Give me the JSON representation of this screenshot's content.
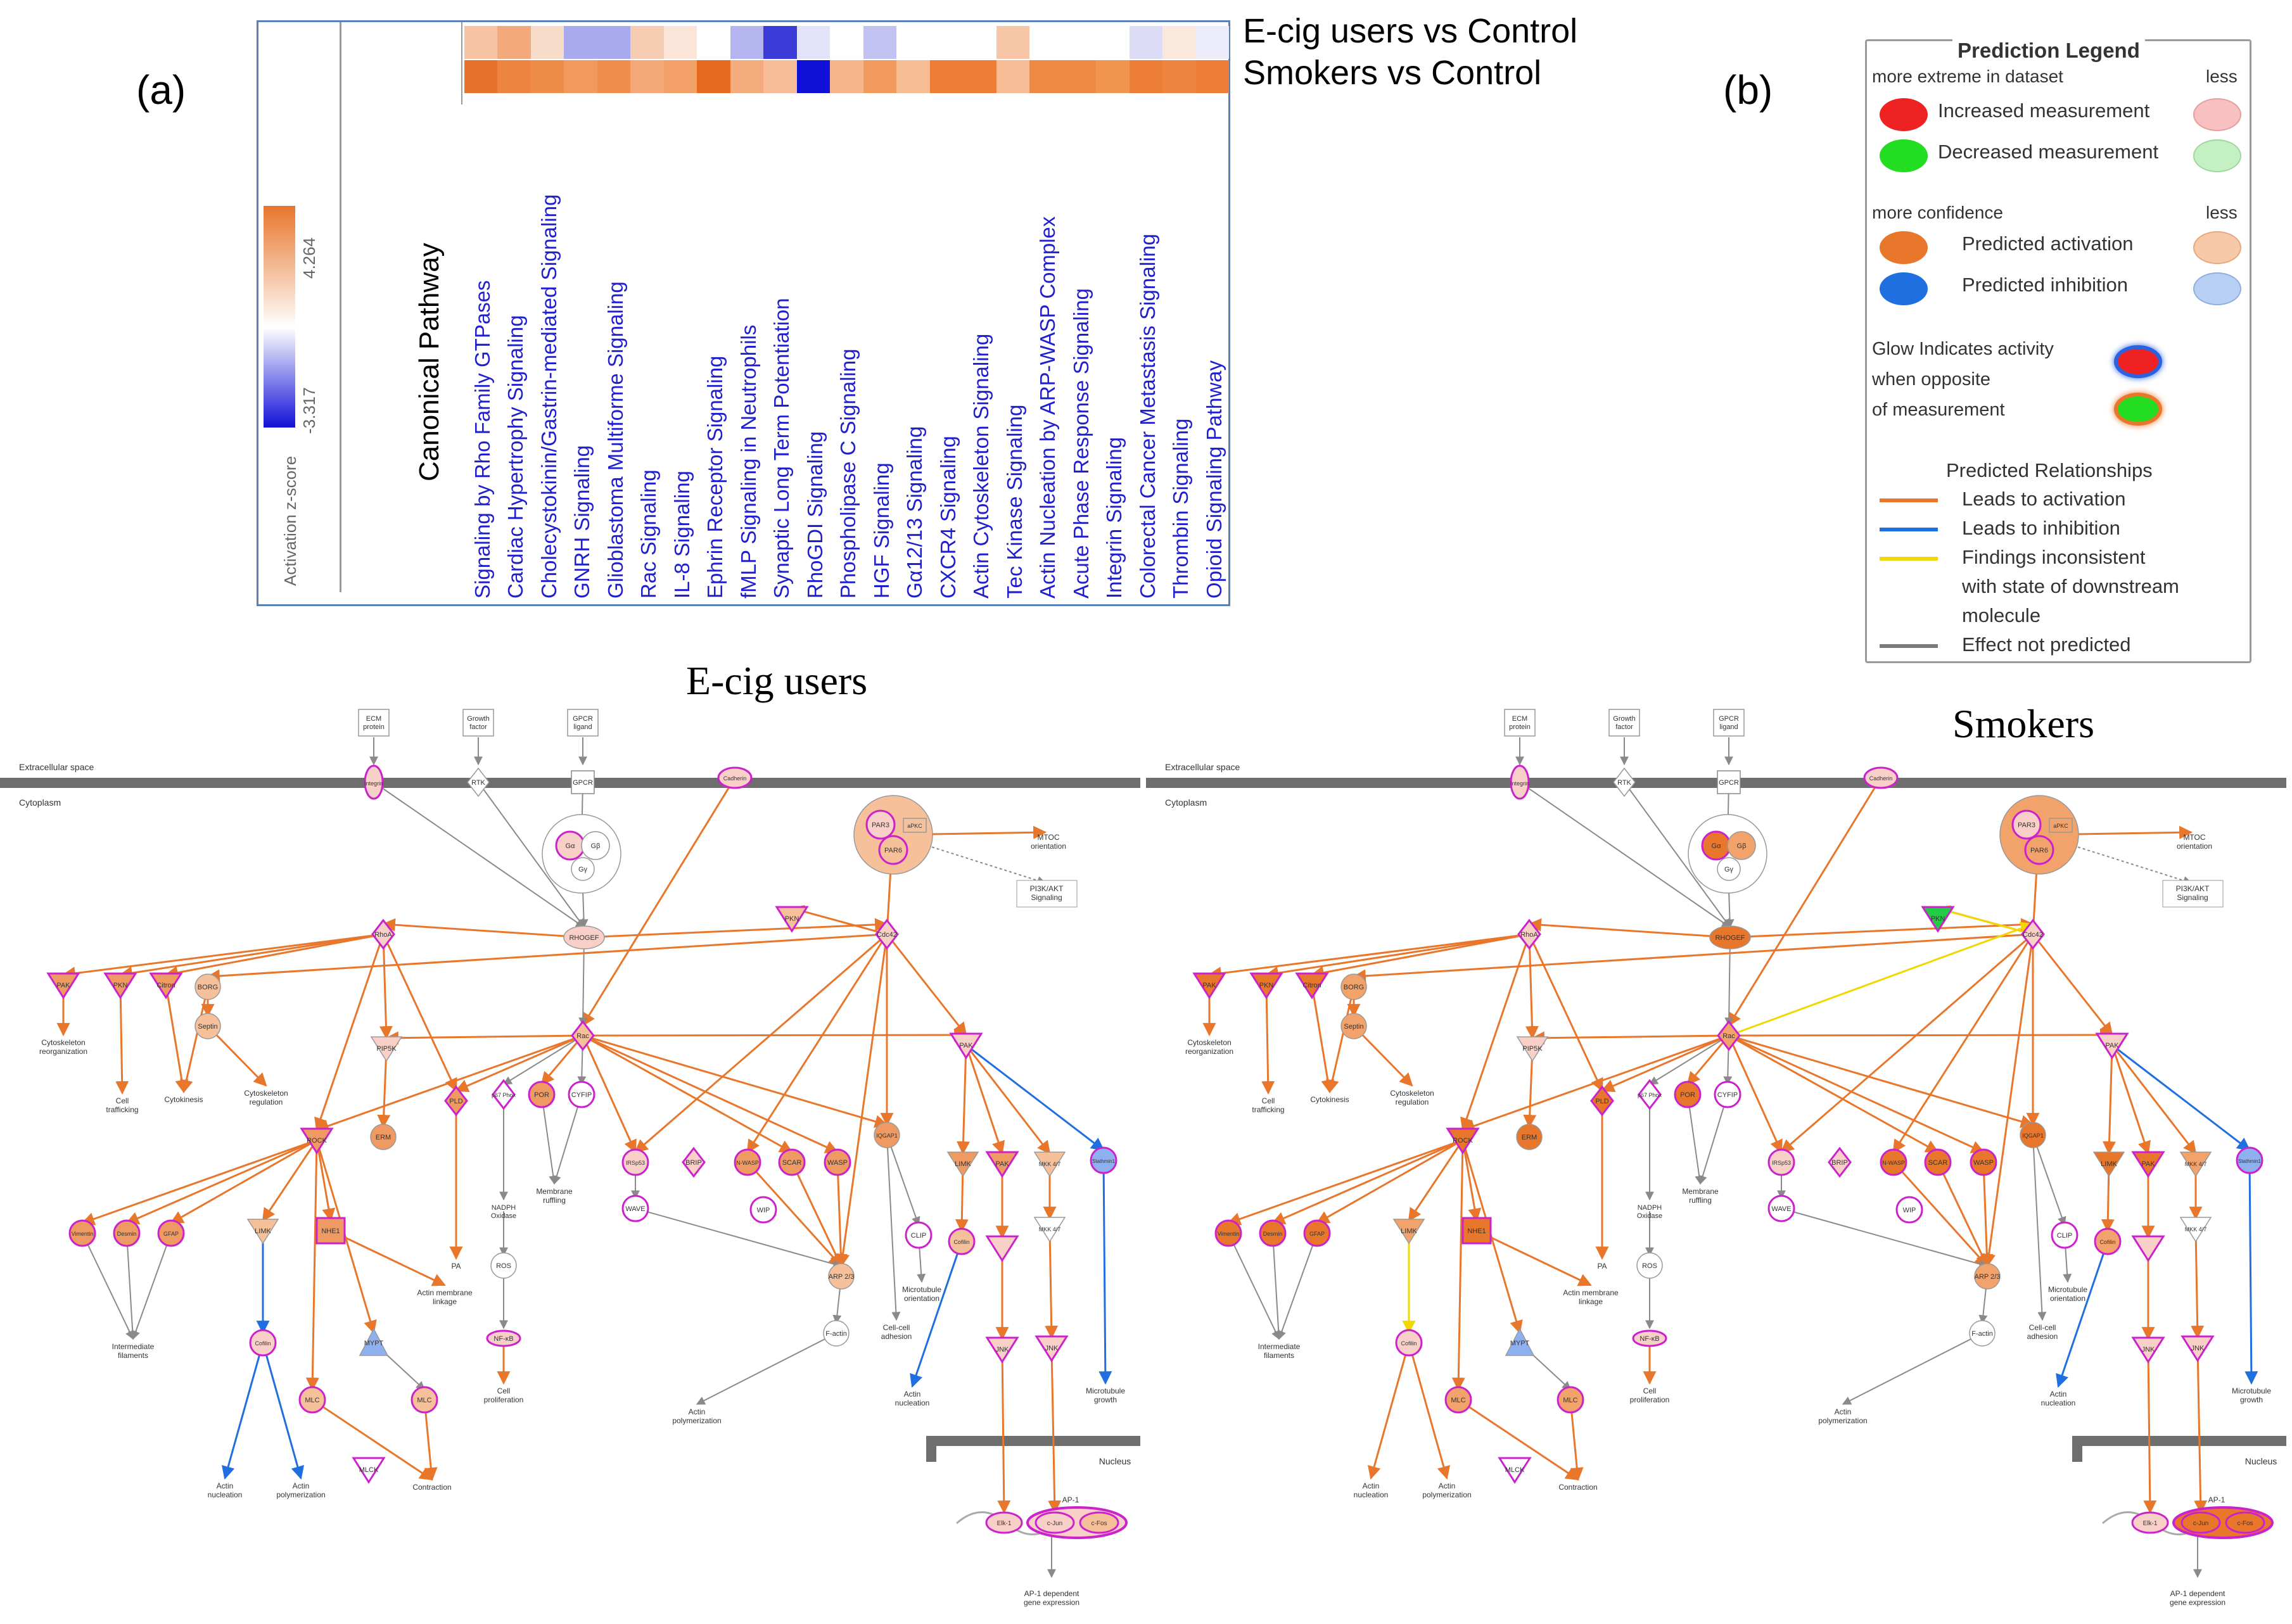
{
  "panel_a": {
    "label": "(a)",
    "row_labels": [
      {
        "group": "E-cig users",
        "rest": " vs Control"
      },
      {
        "group": "Smokers",
        "rest": " vs Control"
      }
    ],
    "legend_title": "Activation z-score",
    "legend_max": "4.264",
    "legend_min": "-3.317",
    "axis_label": "Canonical Pathway",
    "pathways": [
      "Signaling by Rho Family GTPases",
      "Cardiac Hypertrophy Signaling",
      "Cholecystokinin/Gastrin-mediated Signaling",
      "GNRH Signaling",
      "Glioblastoma Multiforme Signaling",
      "Rac Signaling",
      "IL-8 Signaling",
      "Ephrin Receptor Signaling",
      "fMLP Signaling in Neutrophils",
      "Synaptic Long Term Potentiation",
      "RhoGDI Signaling",
      "Phospholipase C Signaling",
      "HGF Signaling",
      "Gα12/13 Signaling",
      "CXCR4 Signaling",
      "Actin Cytoskeleton Signaling",
      "Tec Kinase Signaling",
      "Actin Nucleation by ARP-WASP Complex",
      "Acute Phase Response Signaling",
      "Integrin Signaling",
      "Colorectal Cancer Metastasis Signaling",
      "Thrombin Signaling",
      "Opioid Signaling Pathway"
    ],
    "heat_colors": {
      "ecig": [
        "#f6c3a3",
        "#f3a97c",
        "#f8dcca",
        "#a9a9ee",
        "#a9a9ee",
        "#f6cdb3",
        "#fbe5d8",
        "#ffffff",
        "#b4b4ef",
        "#3b3bd8",
        "#e2e2f8",
        "#ffffff",
        "#c2c2f2",
        "#ffffff",
        "#ffffff",
        "#ffffff",
        "#f6c6a6",
        "#ffffff",
        "#ffffff",
        "#ffffff",
        "#dcdcf7",
        "#fbe8dc",
        "#ececfb"
      ],
      "smokers": [
        "#e7722b",
        "#ed8540",
        "#ef8c48",
        "#f19a5d",
        "#ef8d4c",
        "#f4a877",
        "#f39f68",
        "#e66b1f",
        "#f4ac7e",
        "#f6bd98",
        "#1010d8",
        "#f5b68c",
        "#f19a5d",
        "#f6bc94",
        "#ec7f35",
        "#ec7f35",
        "#f6bd97",
        "#ee8a44",
        "#ee8a44",
        "#f09550",
        "#ec7f35",
        "#ed8540",
        "#ec7f35"
      ]
    }
  },
  "panel_b": {
    "label": "(b)",
    "legend": {
      "title": "Prediction Legend",
      "extreme_left": "more extreme in dataset",
      "extreme_right": "less",
      "increased": "Increased measurement",
      "decreased": "Decreased measurement",
      "confidence_left": "more confidence",
      "confidence_right": "less",
      "activation": "Predicted activation",
      "inhibition": "Predicted inhibition",
      "glow_line1": "Glow Indicates activity",
      "glow_line2": "when opposite",
      "glow_line3": "of measurement",
      "relationships_title": "Predicted Relationships",
      "rel_activation": "Leads to activation",
      "rel_inhibition": "Leads to inhibition",
      "rel_inconsistent_1": "Findings inconsistent",
      "rel_inconsistent_2": "with state of downstream",
      "rel_inconsistent_3": "molecule",
      "rel_not_predicted": "Effect not predicted"
    },
    "colors": {
      "increased": "#ee2222",
      "increased_less": "#f8c0c0",
      "decreased": "#22dd22",
      "decreased_less": "#c4f0c4",
      "activation": "#e8762b",
      "activation_less": "#f8c9a8",
      "inhibition": "#1f6fe0",
      "inhibition_less": "#b8d0f4",
      "line_activation": "#e8762b",
      "line_inhibition": "#1f6fe0",
      "line_inconsistent": "#f0d800",
      "line_not_predicted": "#7a7a7a"
    }
  },
  "networks": {
    "ecig_title": "E-cig users",
    "smokers_title": "Smokers",
    "extracellular": "Extracellular space",
    "cytoplasm": "Cytoplasm",
    "nucleus": "Nucleus",
    "ap1": "AP-1",
    "nodes": {
      "ecm": "ECM protein",
      "growth_factor": "Growth factor",
      "gpcr_ligand": "GPCR ligand",
      "rtk": "RTK",
      "gpcr": "GPCR",
      "integrin": "Integrin",
      "cadherin": "Cadherin",
      "ga": "Gα",
      "gb": "Gβ",
      "gy": "Gγ",
      "par3": "PAR3",
      "par6": "PAR6",
      "apkc": "aPKC",
      "mtoc": "MTOC orientation",
      "pi3k": "PI3K/AKT Signaling",
      "rhogef": "RHOGEF",
      "rhoa": "RhoA",
      "rac": "Rac",
      "cdc42": "Cdc42",
      "pak": "PAK",
      "pkn": "PKN",
      "citron": "Citron",
      "borg": "BORG",
      "septin": "Septin",
      "pip5k": "PIP5K",
      "rock": "ROCK",
      "erm": "ERM",
      "pld": "PLD",
      "pa": "PA",
      "p67": "p67 Phox",
      "por": "POR",
      "cyfip": "CYFIP",
      "nadph": "NADPH Oxidase",
      "ros": "ROS",
      "nfkb": "NF-κB",
      "irsp53": "IRSp53",
      "wave": "WAVE",
      "nwasp": "N-WASP",
      "wip": "WIP",
      "scar": "SCAR",
      "wasp": "WASP",
      "iqgap": "IQGAP1",
      "arp": "ARP 2/3",
      "clip": "CLIP",
      "factin": "F-actin",
      "cofilin": "Cofilin",
      "limk": "LIMK",
      "mlck": "MLCK",
      "mlc": "MLC",
      "mypt": "MYPT",
      "nhe1": "NHE1",
      "vimentin": "Vimentin",
      "desmin": "Desmin",
      "gfap": "GFAP",
      "stathmin": "Stathmin1",
      "mkk": "MKK 4/7",
      "jnk": "JNK",
      "elk": "Elk-1",
      "cjun": "c-Jun",
      "cfos": "c-Fos"
    },
    "terms": {
      "cyto_reorg": "Cytoskeleton reorganization",
      "cell_trafficking": "Cell trafficking",
      "cytokinesis": "Cytokinesis",
      "cyto_regulation": "Cytoskeleton regulation",
      "intermediate": "Intermediate filaments",
      "actin_nucleation": "Actin nucleation",
      "actin_polymerization": "Actin polymerization",
      "contraction": "Contraction",
      "membrane_linkage": "Actin membrane linkage",
      "membrane_ruffling": "Membrane ruffling",
      "cell_proliferation": "Cell proliferation",
      "microtubule_orientation": "Microtubule orientation",
      "cell_adhesion": "Cell-cell adhesion",
      "microtubule_growth": "Microtubule growth",
      "ap1_expr": "AP-1 dependent gene expression"
    }
  }
}
